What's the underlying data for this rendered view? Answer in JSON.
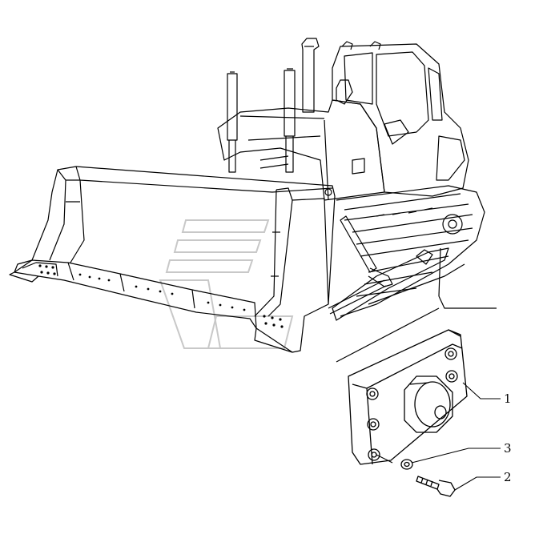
{
  "diagram": {
    "callouts": [
      {
        "id": "1",
        "label": "1"
      },
      {
        "id": "2",
        "label": "2"
      },
      {
        "id": "3",
        "label": "3"
      }
    ],
    "line_color": "#000000",
    "watermark_color": "#bdbdbd"
  }
}
